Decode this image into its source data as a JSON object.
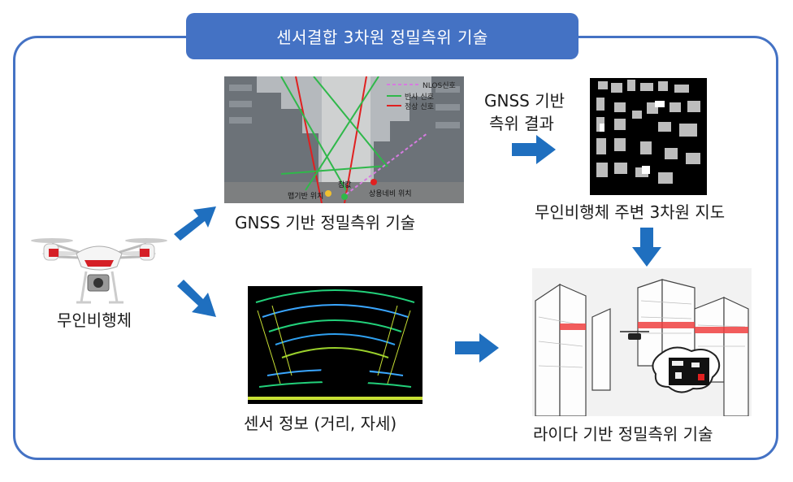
{
  "title": "센서결합 3차원 정밀측위 기술",
  "drone": {
    "label": "무인비행체"
  },
  "gnss_panel": {
    "caption": "GNSS 기반 정밀측위 기술",
    "legend": [
      "NLOS신호",
      "반사 신호",
      "정상 신호"
    ],
    "markers": [
      "맵기반 위치",
      "참값",
      "상용네비 위치"
    ]
  },
  "gnss_result": {
    "label_line1": "GNSS 기반",
    "label_line2": "측위 결과"
  },
  "map_panel": {
    "caption": "무인비행체 주변 3차원 지도"
  },
  "lidar_panel": {
    "caption": "센서 정보 (거리, 자세)"
  },
  "lidar_method": {
    "caption": "라이다 기반 정밀측위 기술"
  },
  "colors": {
    "frame": "#4472c4",
    "arrow": "#1f6fbf",
    "nlos": "#d67be0",
    "reflect": "#2fb84a",
    "normal": "#e02020"
  }
}
